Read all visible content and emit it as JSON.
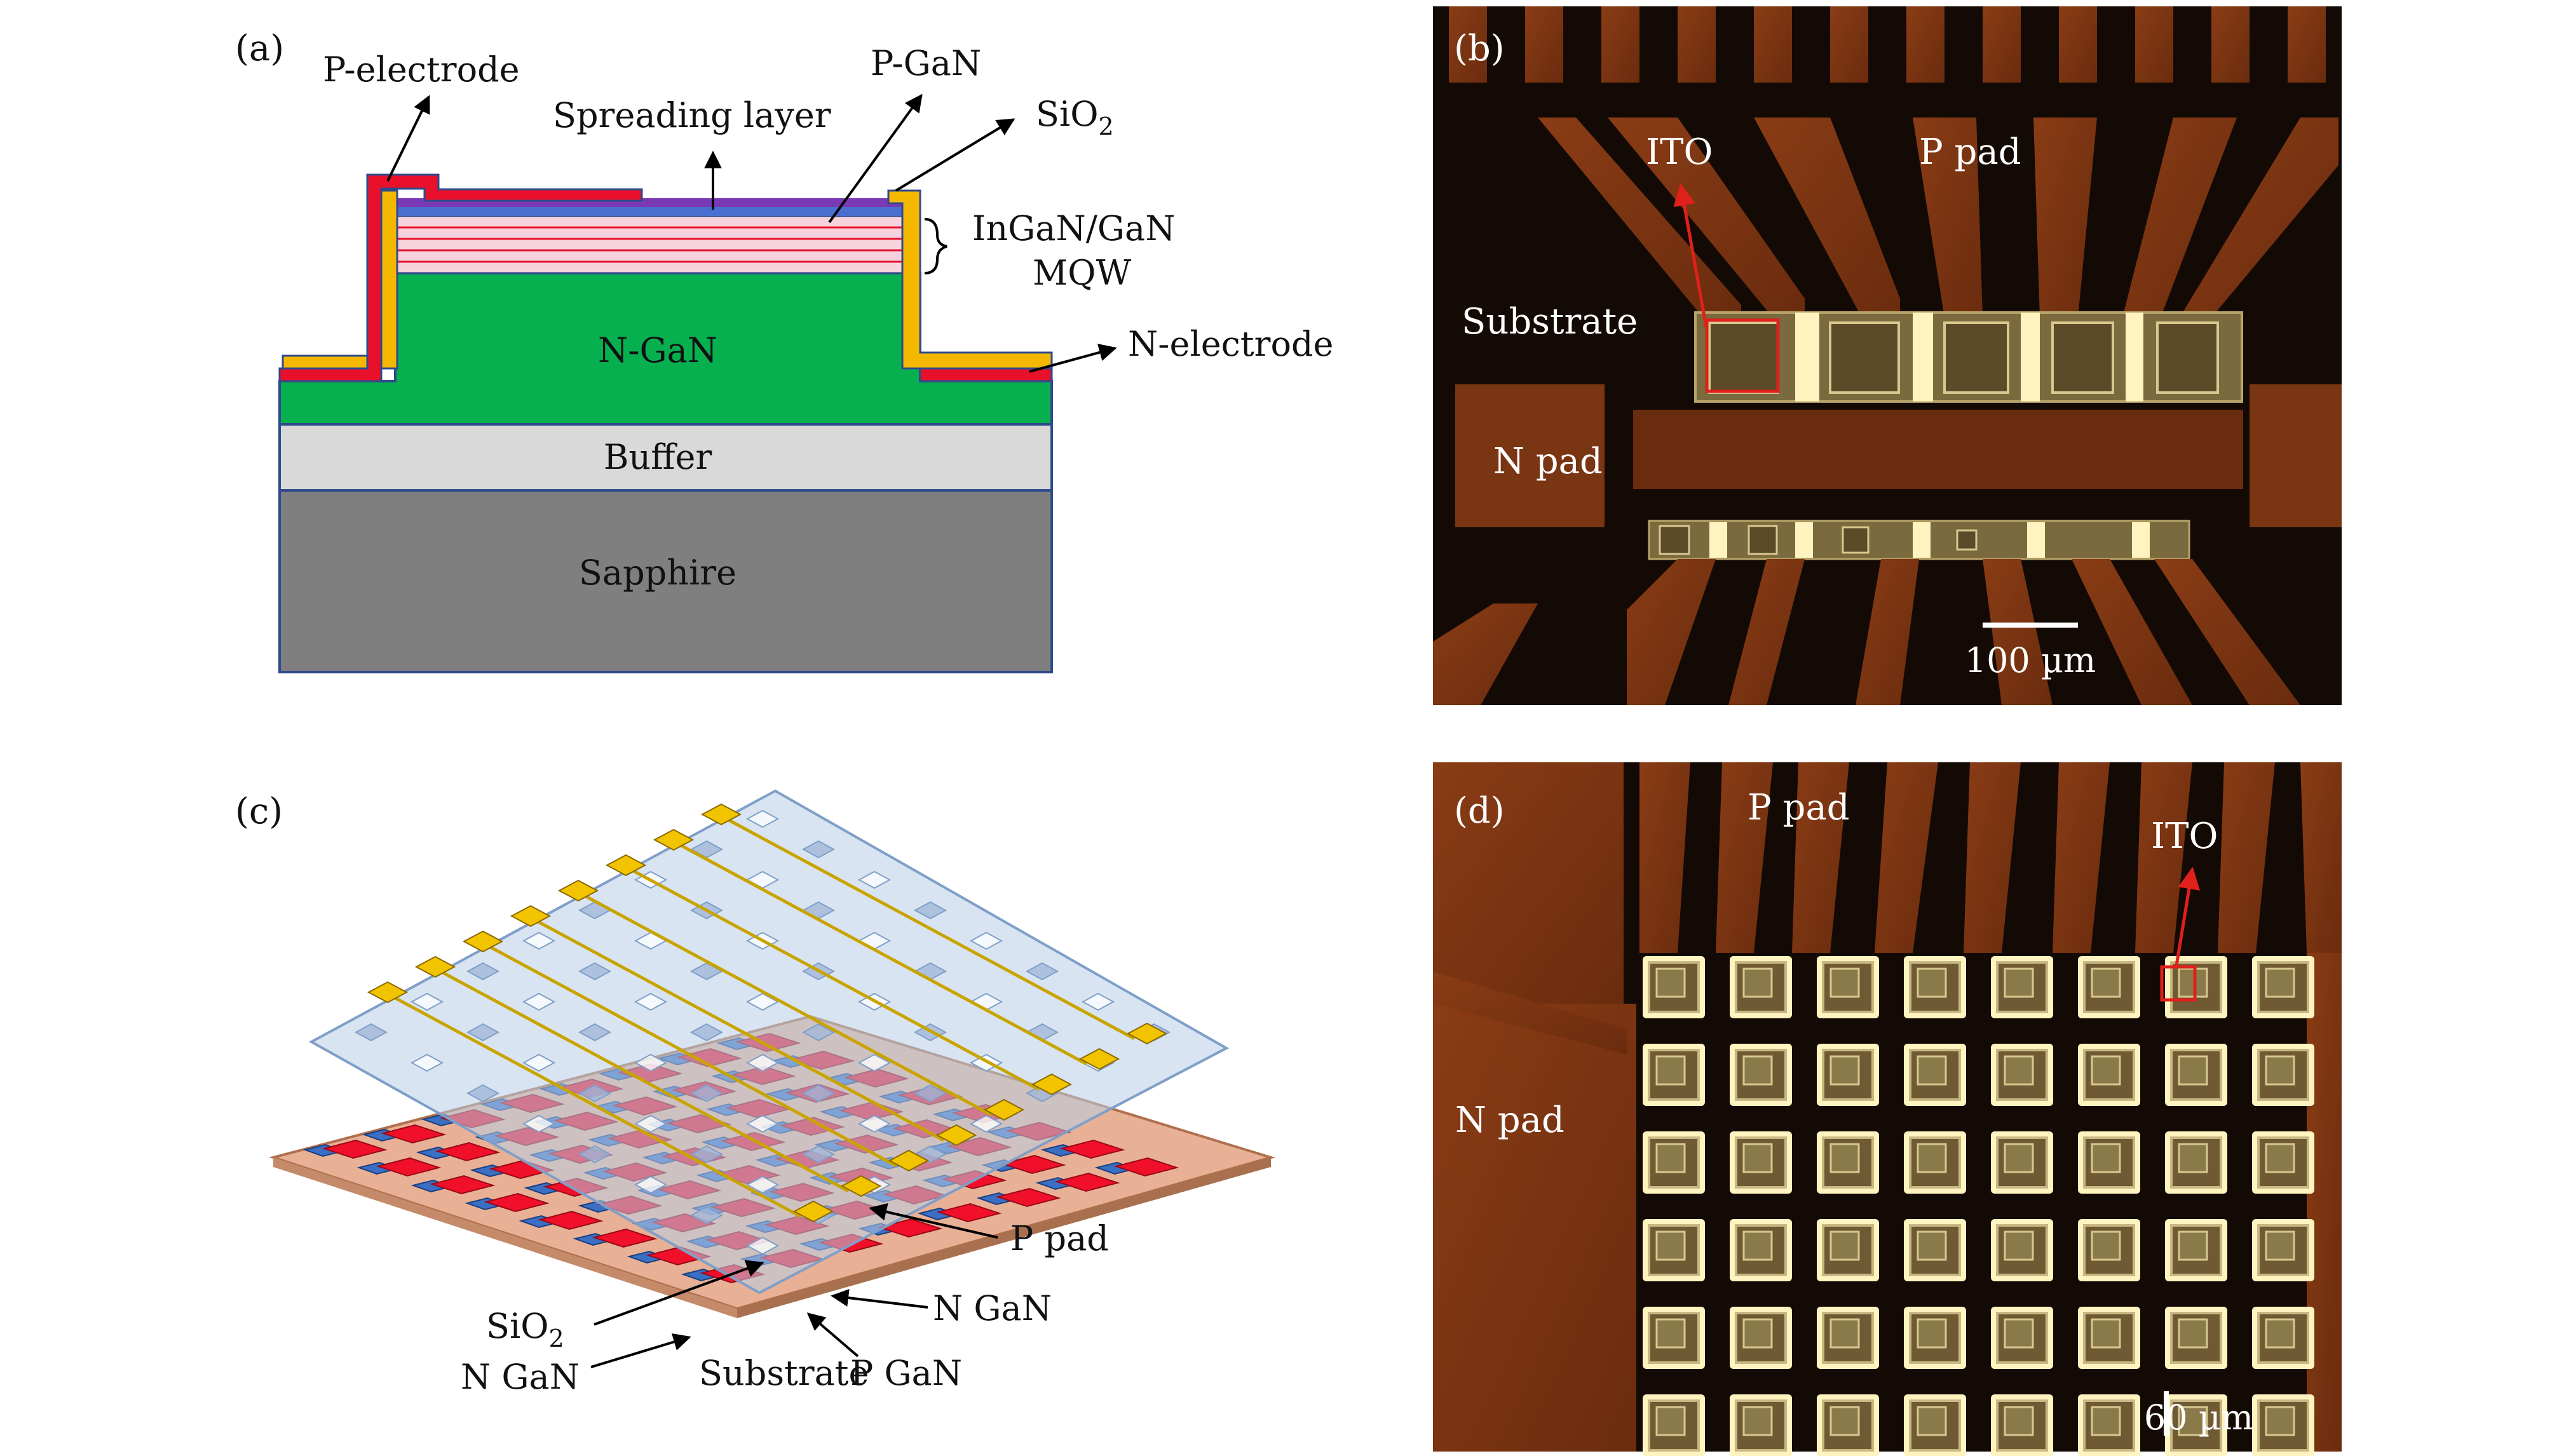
{
  "panels": {
    "a": {
      "tag": "(a)",
      "labels": {
        "p_electrode": "P-electrode",
        "spreading_layer": "Spreading layer",
        "p_gan": "P-GaN",
        "sio2_main": "SiO",
        "sio2_sub": "2",
        "mqw_line1": "InGaN/GaN",
        "mqw_line2": "MQW",
        "n_gan": "N-GaN",
        "n_electrode": "N-electrode",
        "buffer": "Buffer",
        "sapphire": "Sapphire"
      }
    },
    "b": {
      "tag": "(b)",
      "labels": {
        "ito": "ITO",
        "p_pad": "P pad",
        "substrate": "Substrate",
        "n_pad": "N pad",
        "scale": "100 µm"
      }
    },
    "c": {
      "tag": "(c)",
      "labels": {
        "p_pad": "P pad",
        "sio2_main": "SiO",
        "sio2_sub": "2",
        "n_gan_right": "N GaN",
        "n_gan_left": "N GaN",
        "substrate": "Substrate",
        "p_gan": "P GaN"
      }
    },
    "d": {
      "tag": "(d)",
      "labels": {
        "p_pad": "P pad",
        "ito": "ITO",
        "n_pad": "N pad",
        "scale": "60 µm"
      }
    }
  },
  "colors": {
    "electrode_red": "#e8102a",
    "sio2_yellow": "#f5b800",
    "n_gan_green": "#07b04f",
    "mqw_pink": "#f6d3dc",
    "p_gan_purple": "#7a3ab5",
    "spreading_blue": "#4a6fd0",
    "buffer_gray": "#d9d9d9",
    "sapphire_gray": "#7f7f7f",
    "outline_blue": "#2f4a8c",
    "photo_background": "#140a05",
    "photo_copper": "#7a3512",
    "annotation_red": "#e0201a"
  }
}
